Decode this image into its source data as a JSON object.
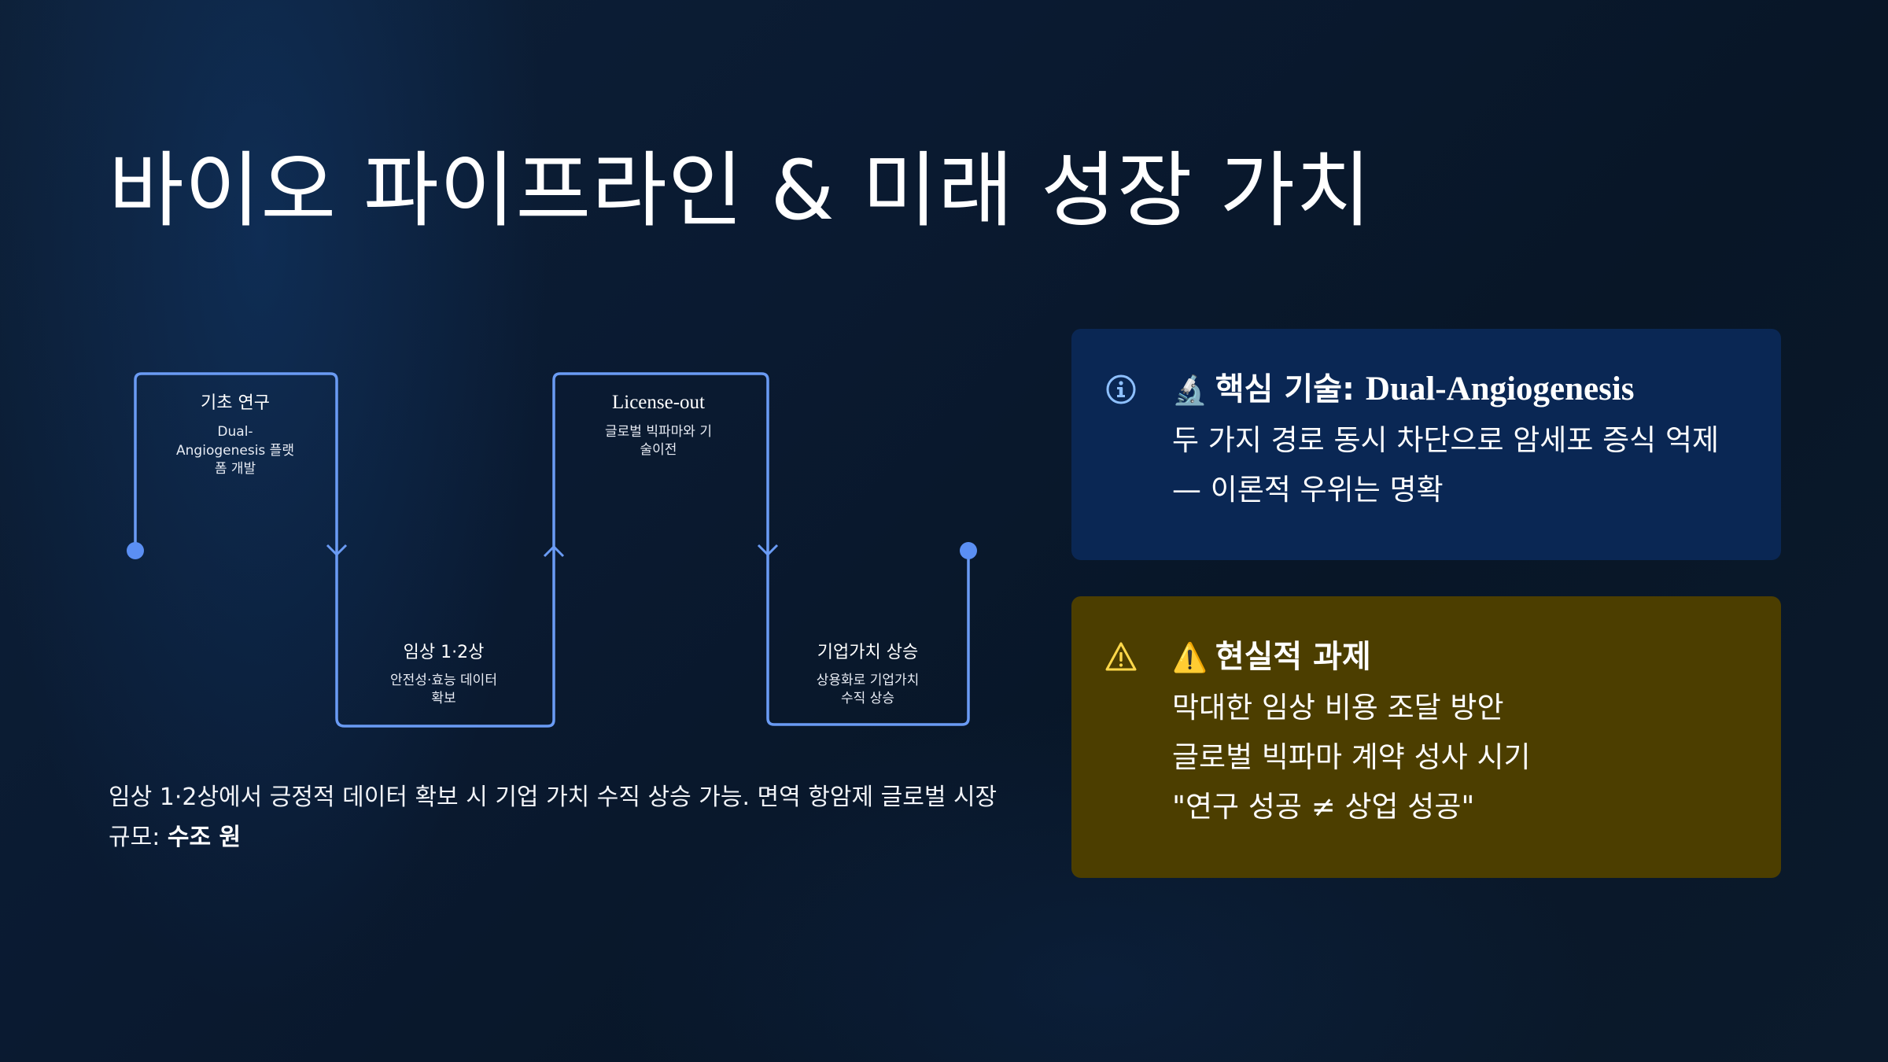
{
  "slide": {
    "title": "바이오 파이프라인 & 미래 성장 가치"
  },
  "timeline": {
    "line_color": "#6a9bf4",
    "dot_color": "#5b8ff3",
    "steps": [
      {
        "label": "기초 연구",
        "desc_lines": [
          "Dual-",
          "Angiogenesis 플랫",
          "폼 개발"
        ]
      },
      {
        "label": "임상 1·2상",
        "desc_lines": [
          "안전성·효능 데이터",
          "확보"
        ]
      },
      {
        "label": "License-out",
        "desc_lines": [
          "글로벌 빅파마와 기",
          "술이전"
        ]
      },
      {
        "label": "기업가치 상승",
        "desc_lines": [
          "상용화로 기업가치",
          "수직 상승"
        ]
      }
    ]
  },
  "summary": {
    "text": "임상 1·2상에서 긍정적 데이터 확보 시 기업 가치 수직 상승 가능. 면역 항암제 글로벌 시장 규모: ",
    "bold": "수조 원"
  },
  "cards": {
    "info": {
      "icon": "info-circle-icon",
      "heading_emoji": "🔬",
      "heading_korean": "핵심 기술: ",
      "heading_latin": "Dual-Angiogenesis",
      "lines": [
        "두 가지 경로 동시 차단으로 암세포 증식 억제",
        "— 이론적 우위는 명확"
      ],
      "bg": "#0a2754",
      "icon_color": "#8ec0ff"
    },
    "warning": {
      "icon": "warning-triangle-icon",
      "heading_emoji": "⚠️",
      "heading": "현실적 과제",
      "lines": [
        "막대한 임상 비용 조달 방안",
        "글로벌 빅파마 계약 성사 시기",
        "\"연구 성공 ≠ 상업 성공\""
      ],
      "bg": "#4c3e00",
      "icon_color": "#ffd84a"
    }
  }
}
